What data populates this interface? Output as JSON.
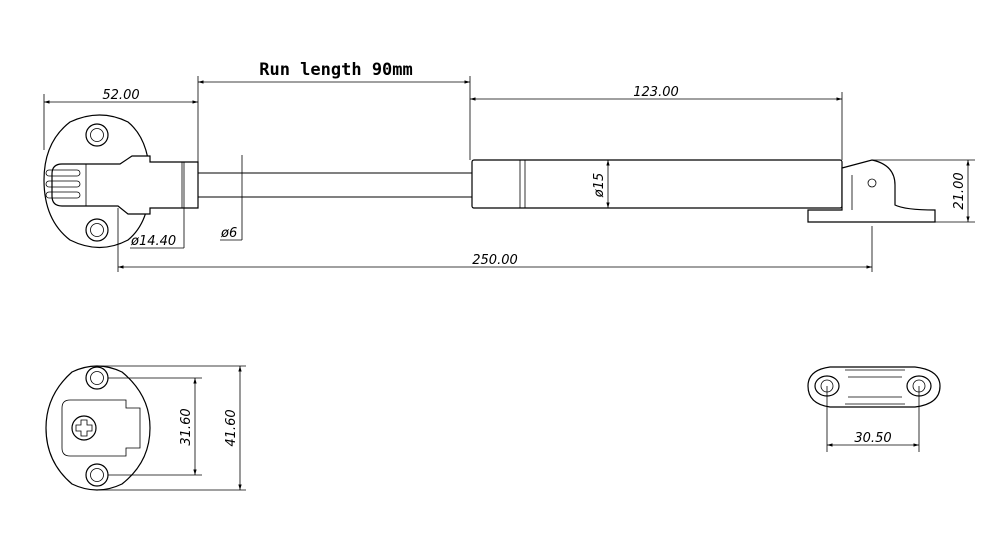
{
  "run_length_label": "Run length 90mm",
  "dimensions": {
    "bracket_width": "52.00",
    "body_length": "123.00",
    "total_length": "250.00",
    "body_diameter": "ø15",
    "rod_diameter": "ø6",
    "socket_diameter": "ø14.40",
    "end_height": "21.00",
    "plate_hole_spacing": "31.60",
    "plate_height": "41.60",
    "bottom_hole_spacing": "30.50"
  }
}
